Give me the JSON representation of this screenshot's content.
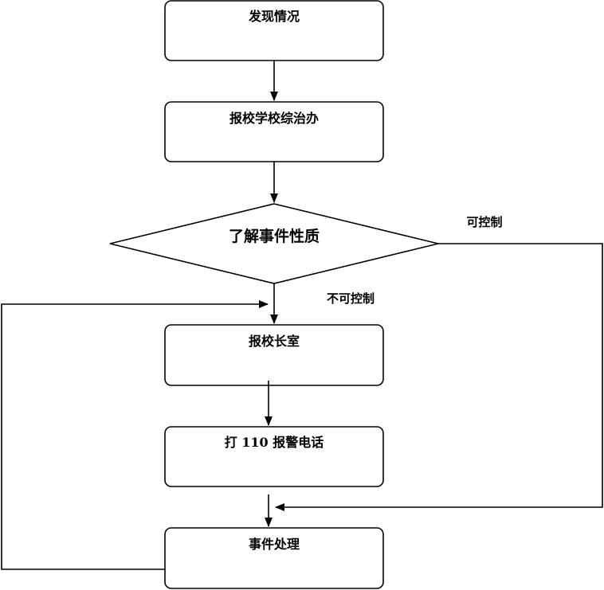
{
  "diagram": {
    "nodes": {
      "discover": "发现情况",
      "report_office": "报校学校综治办",
      "decision": "了解事件性质",
      "report_principal": "报校长室",
      "call_police": "打 110 报警电话",
      "handle": "事件处理"
    },
    "edge_labels": {
      "controllable": "可控制",
      "uncontrollable": "不可控制"
    }
  }
}
